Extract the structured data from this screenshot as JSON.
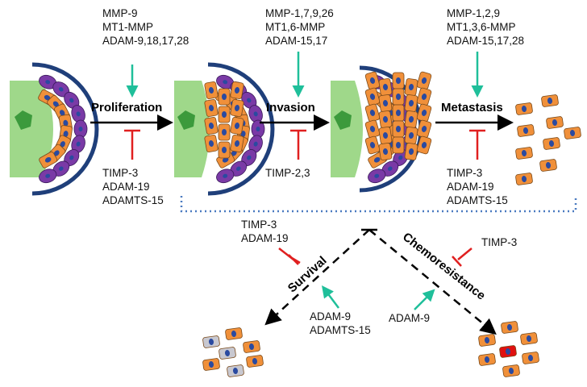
{
  "stages": [
    {
      "title": "Proliferation",
      "promoters": [
        "MMP-9",
        "MT1-MMP",
        "ADAM-9,18,17,28"
      ],
      "inhibitors": [
        "TIMP-3",
        "ADAM-19",
        "ADAMTS-15"
      ]
    },
    {
      "title": "Invasion",
      "promoters": [
        "MMP-1,7,9,26",
        "MT1,6-MMP",
        "ADAM-15,17"
      ],
      "inhibitors": [
        "TIMP-2,3"
      ]
    },
    {
      "title": "Metastasis",
      "promoters": [
        "MMP-1,2,9",
        "MT1,3,6-MMP",
        "ADAM-15,17,28"
      ],
      "inhibitors": [
        "TIMP-3",
        "ADAM-19",
        "ADAMTS-15"
      ]
    }
  ],
  "branches": {
    "survival": {
      "title": "Survival",
      "inhibitors": [
        "TIMP-3",
        "ADAM-19"
      ],
      "promoters": [
        "ADAM-9",
        "ADAMTS-15"
      ]
    },
    "chemoresistance": {
      "title": "Chemoresistance",
      "inhibitors": [
        "TIMP-3"
      ],
      "promoters": [
        "ADAM-9"
      ]
    }
  },
  "colors": {
    "promote_arrow": "#1fbf9a",
    "inhibit_bar": "#e02020",
    "cell_orange": "#f0903a",
    "cell_purple": "#7a3aa6",
    "stroma_green": "#9fd88a",
    "membrane_blue": "#1f3f7a",
    "nucleus_blue": "#2a4aa0",
    "dotted_line": "#4a7ac0",
    "cell_gray": "#c8c8d0",
    "cell_red": "#e01010"
  }
}
